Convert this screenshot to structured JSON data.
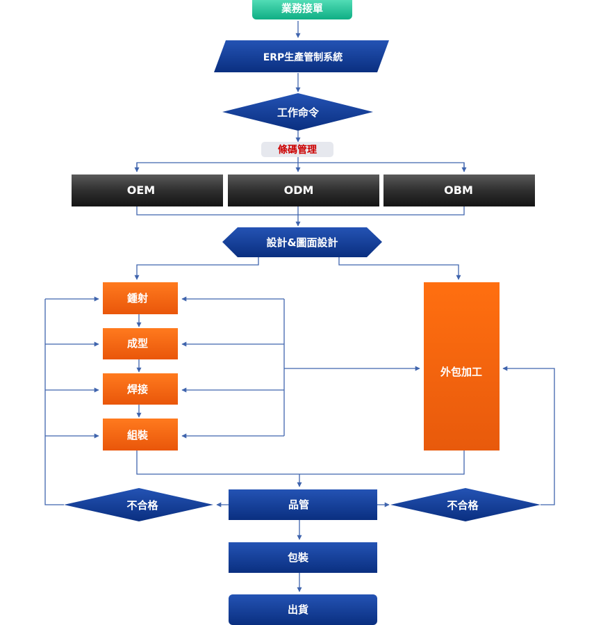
{
  "colors": {
    "line": "#3f64ad",
    "navy": "#0d3a94",
    "orange": "#f06010",
    "teal": "#1fc39a",
    "dark_box": "#2a2a2a",
    "red_text": "#cc0000"
  },
  "nodes": {
    "order": "業務接單",
    "erp": "ERP生產管制系統",
    "work_order": "工作命令",
    "barcode": "條碼管理",
    "oem": "OEM",
    "odm": "ODM",
    "obm": "OBM",
    "design": "設計&圖面設計",
    "injection": "鍾射",
    "molding": "成型",
    "welding": "焊接",
    "assembly": "組裝",
    "outsource": "外包加工",
    "qc": "品管",
    "fail_left": "不合格",
    "fail_right": "不合格",
    "packing": "包裝",
    "shipping": "出貨"
  }
}
